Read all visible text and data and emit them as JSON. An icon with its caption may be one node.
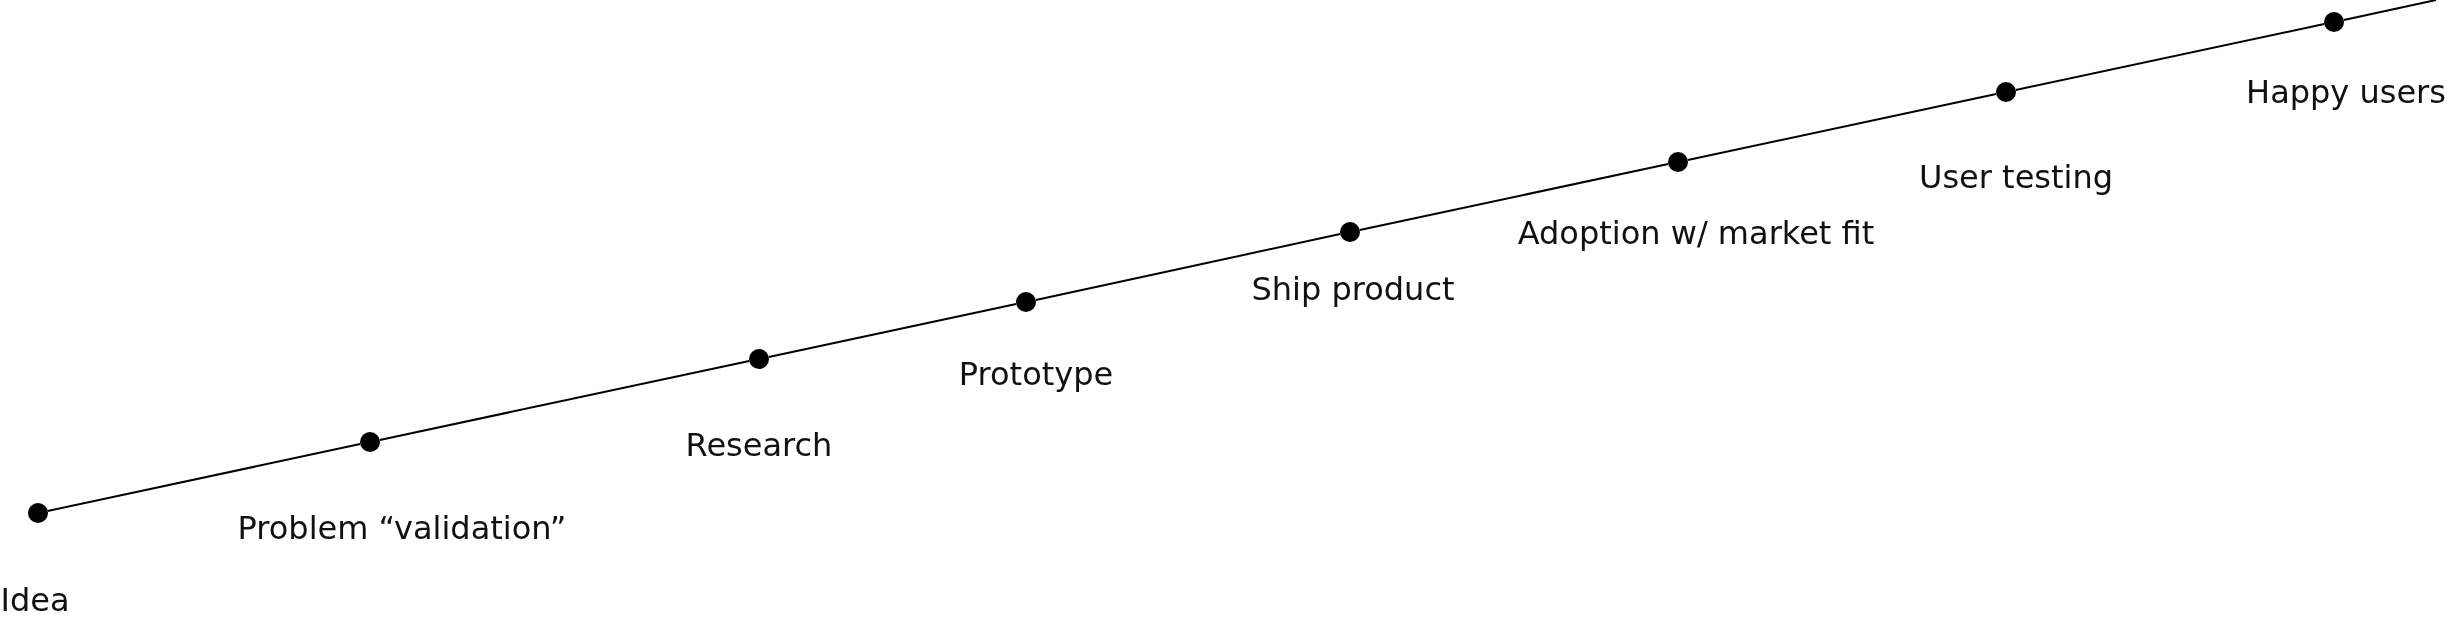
{
  "diagram": {
    "nodes": [
      {
        "text": [],
        "shape": "circle",
        "beside": [
          "Idea"
        ]
      },
      {
        "text": [],
        "shape": "circle",
        "beside": [
          "Problem “validation”"
        ]
      },
      {
        "text": [],
        "shape": "circle",
        "beside": [
          "Research"
        ]
      },
      {
        "text": [],
        "shape": "circle",
        "beside": [
          "Prototype"
        ]
      },
      {
        "text": [],
        "shape": "circle",
        "beside": [
          "Ship product"
        ]
      },
      {
        "text": [],
        "shape": "circle",
        "beside": [
          "Adoption w/ market fit"
        ]
      },
      {
        "text": [],
        "shape": "circle",
        "beside": [
          "User testing"
        ]
      },
      {
        "text": [],
        "shape": "circle",
        "beside": [
          "Happy users"
        ]
      }
    ],
    "edges": [
      {
        "from": 0,
        "to": 1,
        "arrow": "none"
      },
      {
        "from": 1,
        "to": 2,
        "arrow": "none"
      },
      {
        "from": 2,
        "to": 3,
        "arrow": "none"
      },
      {
        "from": 3,
        "to": 4,
        "arrow": "none"
      },
      {
        "from": 4,
        "to": 5,
        "arrow": "none"
      },
      {
        "from": 5,
        "to": 6,
        "arrow": "none"
      },
      {
        "from": 6,
        "to": 7,
        "arrow": "none"
      },
      {
        "from": 7,
        "to": null,
        "arrow": "none"
      }
    ]
  }
}
